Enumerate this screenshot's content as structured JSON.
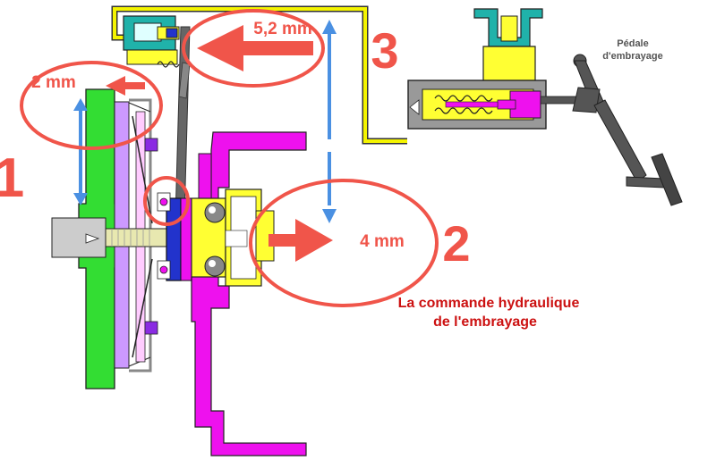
{
  "labels": {
    "num_1": "1",
    "num_2": "2",
    "num_3": "3",
    "dim_2mm": "2 mm",
    "dim_4mm": "4 mm",
    "dim_52mm": "5,2 mm",
    "pedal_line1": "Pédale",
    "pedal_line2": "d'embrayage",
    "caption_line1": "La commande hydraulique",
    "caption_line2": "de l'embrayage"
  },
  "colors": {
    "annotation_red": "#f0554a",
    "caption_red": "#cc1111",
    "dimension_blue": "#4a90e2",
    "disc_green": "#33dd33",
    "housing_magenta": "#ee11ee",
    "bearing_yellow": "#ffff33",
    "hydraulic_line_yellow": "#f4f400",
    "slave_cylinder_teal": "#20b2aa",
    "fork_gray": "#666666",
    "pedal_gray": "#555555",
    "thrust_blue": "#2233cc",
    "shaft_gray": "#cccccc",
    "diaphragm_violet": "#8a2be2"
  }
}
